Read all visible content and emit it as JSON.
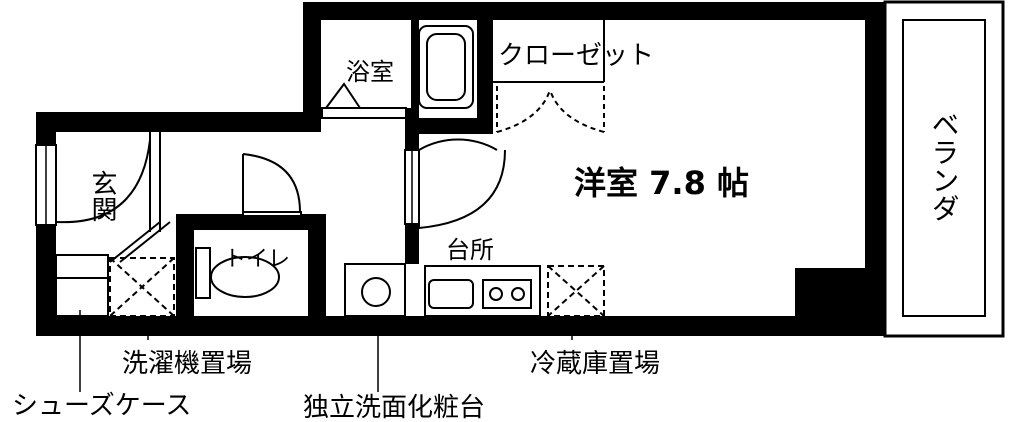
{
  "rooms": {
    "bathroom": "浴室",
    "closet": "クローゼット",
    "western_room": "洋室 7.8 帖",
    "veranda": "ベランダ",
    "entrance": "玄関",
    "toilet": "トイレ",
    "kitchen": "台所"
  },
  "callouts": {
    "washer_space": "洗濯機置場",
    "shoe_case": "シューズケース",
    "vanity": "独立洗面化粧台",
    "fridge_space": "冷蔵庫置場"
  },
  "colors": {
    "wall": "#000000",
    "background": "#ffffff"
  }
}
